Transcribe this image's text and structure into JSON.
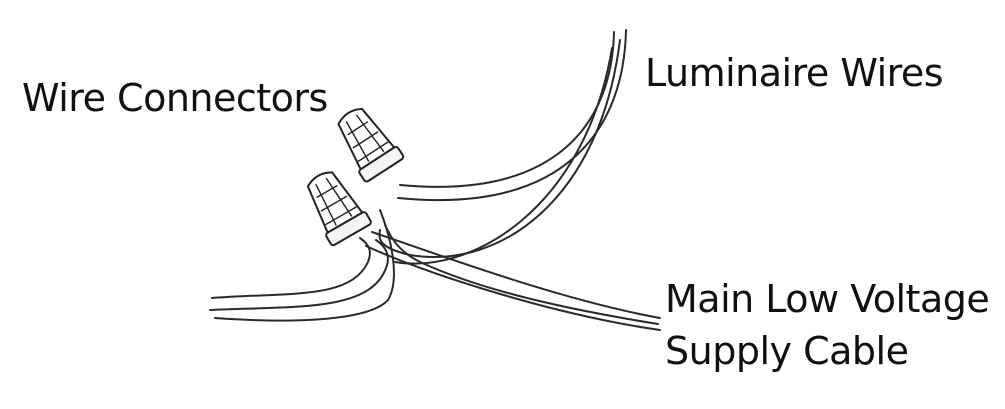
{
  "labels": {
    "wire_connectors": "Wire Connectors",
    "luminaire_wires": "Luminaire Wires",
    "main_cable_line1": "Main Low Voltage",
    "main_cable_line2": "Supply Cable"
  },
  "colors": {
    "line": "#2a2a2a",
    "background": "#ffffff"
  }
}
